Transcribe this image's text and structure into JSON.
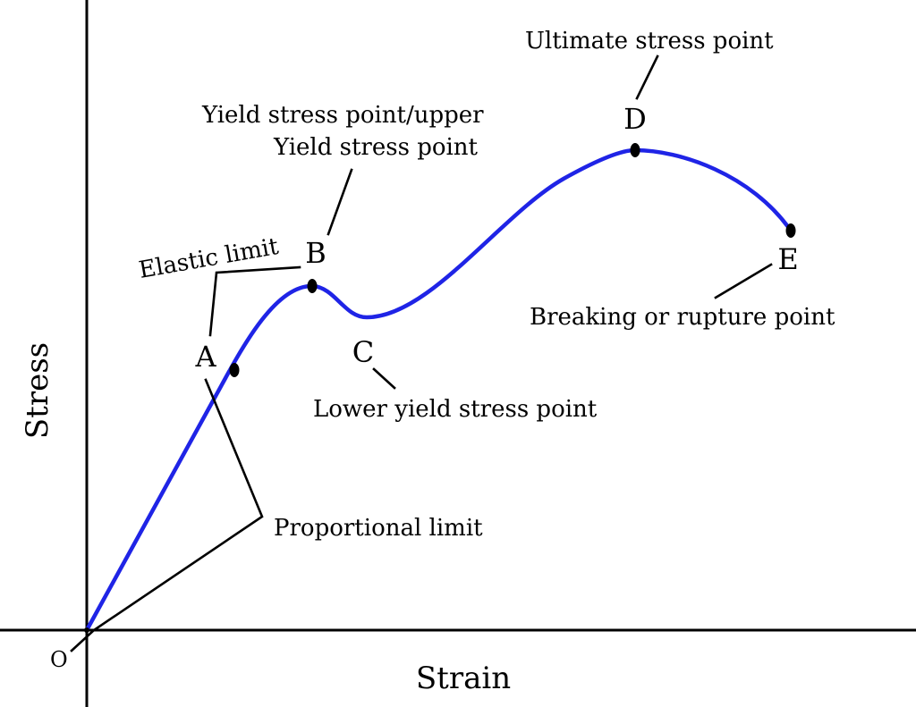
{
  "diagram": {
    "axes": {
      "x_label": "Strain",
      "y_label": "Stress",
      "origin_label": "O"
    },
    "curve_color": "#1f24e6",
    "points": [
      {
        "id": "A",
        "letter": "A"
      },
      {
        "id": "B",
        "letter": "B"
      },
      {
        "id": "C",
        "letter": "C"
      },
      {
        "id": "D",
        "letter": "D"
      },
      {
        "id": "E",
        "letter": "E"
      }
    ],
    "annotations": {
      "elastic_limit": "Elastic limit",
      "proportional_limit": "Proportional limit",
      "upper_yield_line1": "Yield stress point/upper",
      "upper_yield_line2": "Yield stress point",
      "lower_yield": "Lower yield stress point",
      "ultimate": "Ultimate stress point",
      "breaking": "Breaking or rupture point"
    }
  }
}
